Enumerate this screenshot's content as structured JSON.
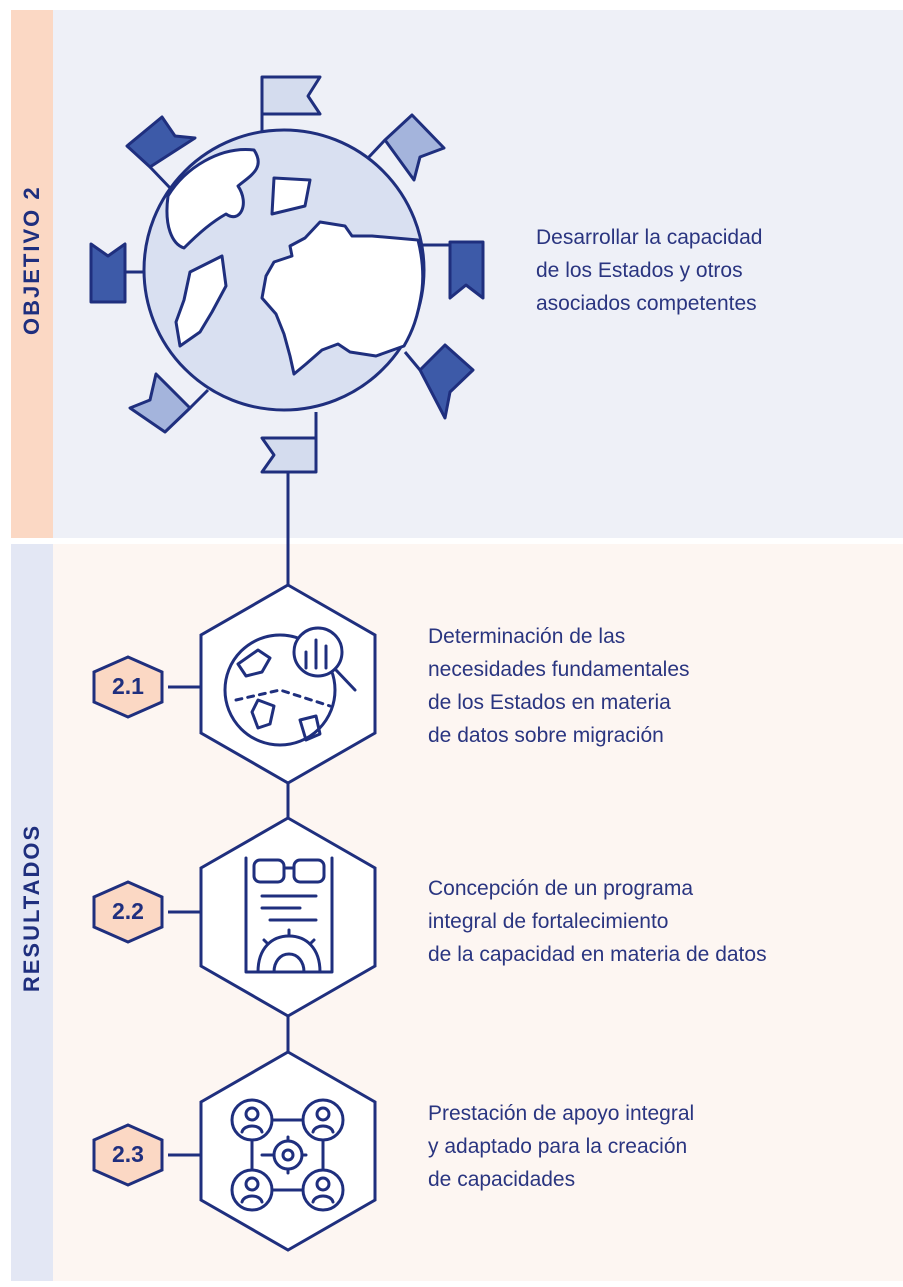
{
  "sidebar": {
    "objective_label": "OBJETIVO 2",
    "results_label": "RESULTADOS"
  },
  "objective": {
    "lines": [
      "Desarrollar la capacidad",
      "de los Estados y otros",
      "asociados competentes"
    ]
  },
  "results": [
    {
      "number": "2.1",
      "lines": [
        "Determinación de las",
        "necesidades fundamentales",
        "de los Estados en materia",
        "de datos sobre migración"
      ],
      "icon": "globe-magnifier-chart-icon"
    },
    {
      "number": "2.2",
      "lines": [
        "Concepción de un programa",
        "integral de fortalecimiento",
        "de la capacidad en materia de datos"
      ],
      "icon": "document-glasses-gear-icon"
    },
    {
      "number": "2.3",
      "lines": [
        "Prestación de apoyo integral",
        "y adaptado para la creación",
        "de capacidades"
      ],
      "icon": "people-network-gear-icon"
    }
  ],
  "colors": {
    "navy": "#1f2f7e",
    "flag_dark": "#3d5aa8",
    "flag_mid": "#a4b4dc",
    "flag_light": "#d4dcee",
    "globe_fill": "#d9e0f1",
    "badge_fill": "#fbd8c4",
    "top_panel": "#eef0f7",
    "bottom_panel": "#fdf6f2"
  }
}
